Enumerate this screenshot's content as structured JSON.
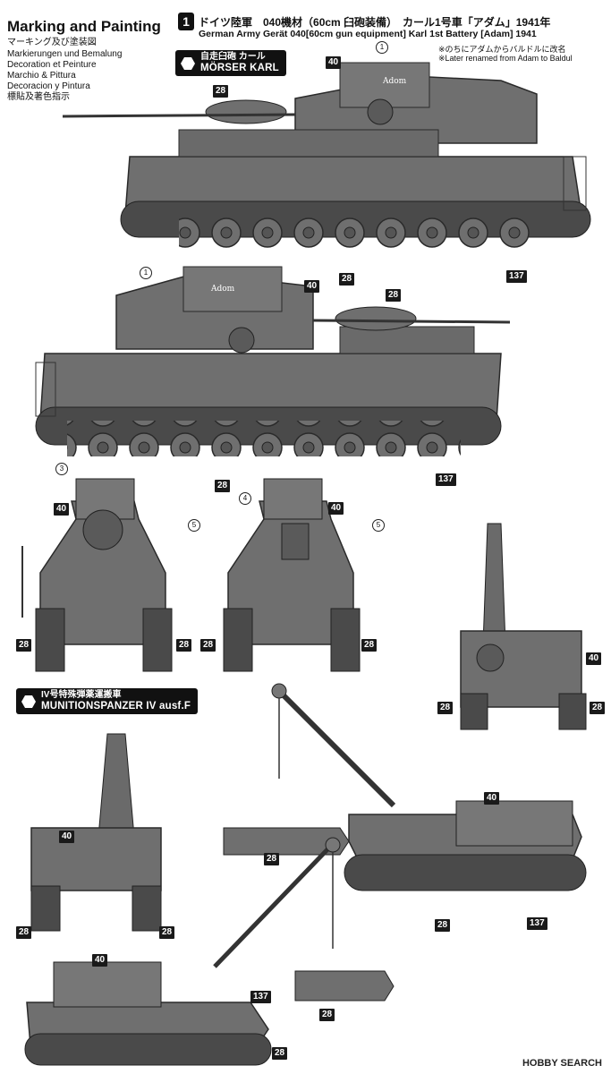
{
  "header": {
    "title": "Marking and Painting",
    "subtitles": [
      "マーキング及び塗装図",
      "Markierungen und Bemalung",
      "Decoration et Peinture",
      "Marchio & Pittura",
      "Decoracion y Pintura",
      "標貼及著色指示"
    ],
    "unit_number": "1",
    "line_jp": "ドイツ陸軍　040機材（60cm 臼砲装備）　カール1号車「アダム」1941年",
    "line_en": "German Army Gerät 040[60cm gun equipment] Karl 1st Battery [Adam] 1941",
    "note_jp": "※のちにアダムからバルドルに改名",
    "note_en": "※Later renamed from Adam to Baldul"
  },
  "banners": {
    "karl": {
      "jp": "自走臼砲 カール",
      "en": "MÖRSER KARL"
    },
    "munition": {
      "jp": "IV号特殊弾薬運搬車",
      "en": "MUNITIONSPANZER IV ausf.F"
    }
  },
  "vehicle_text": {
    "adom": "Adom"
  },
  "callouts": {
    "c28": "28",
    "c40": "40",
    "c137": "137",
    "n1": "1",
    "n3": "3",
    "n4": "4",
    "n5": "5"
  },
  "colors": {
    "vehicle": "#6f6f6f",
    "dark": "#3a3a3a",
    "badge": "#1a1a1a"
  },
  "footer": {
    "logo": "HOBBY SEARCH"
  }
}
